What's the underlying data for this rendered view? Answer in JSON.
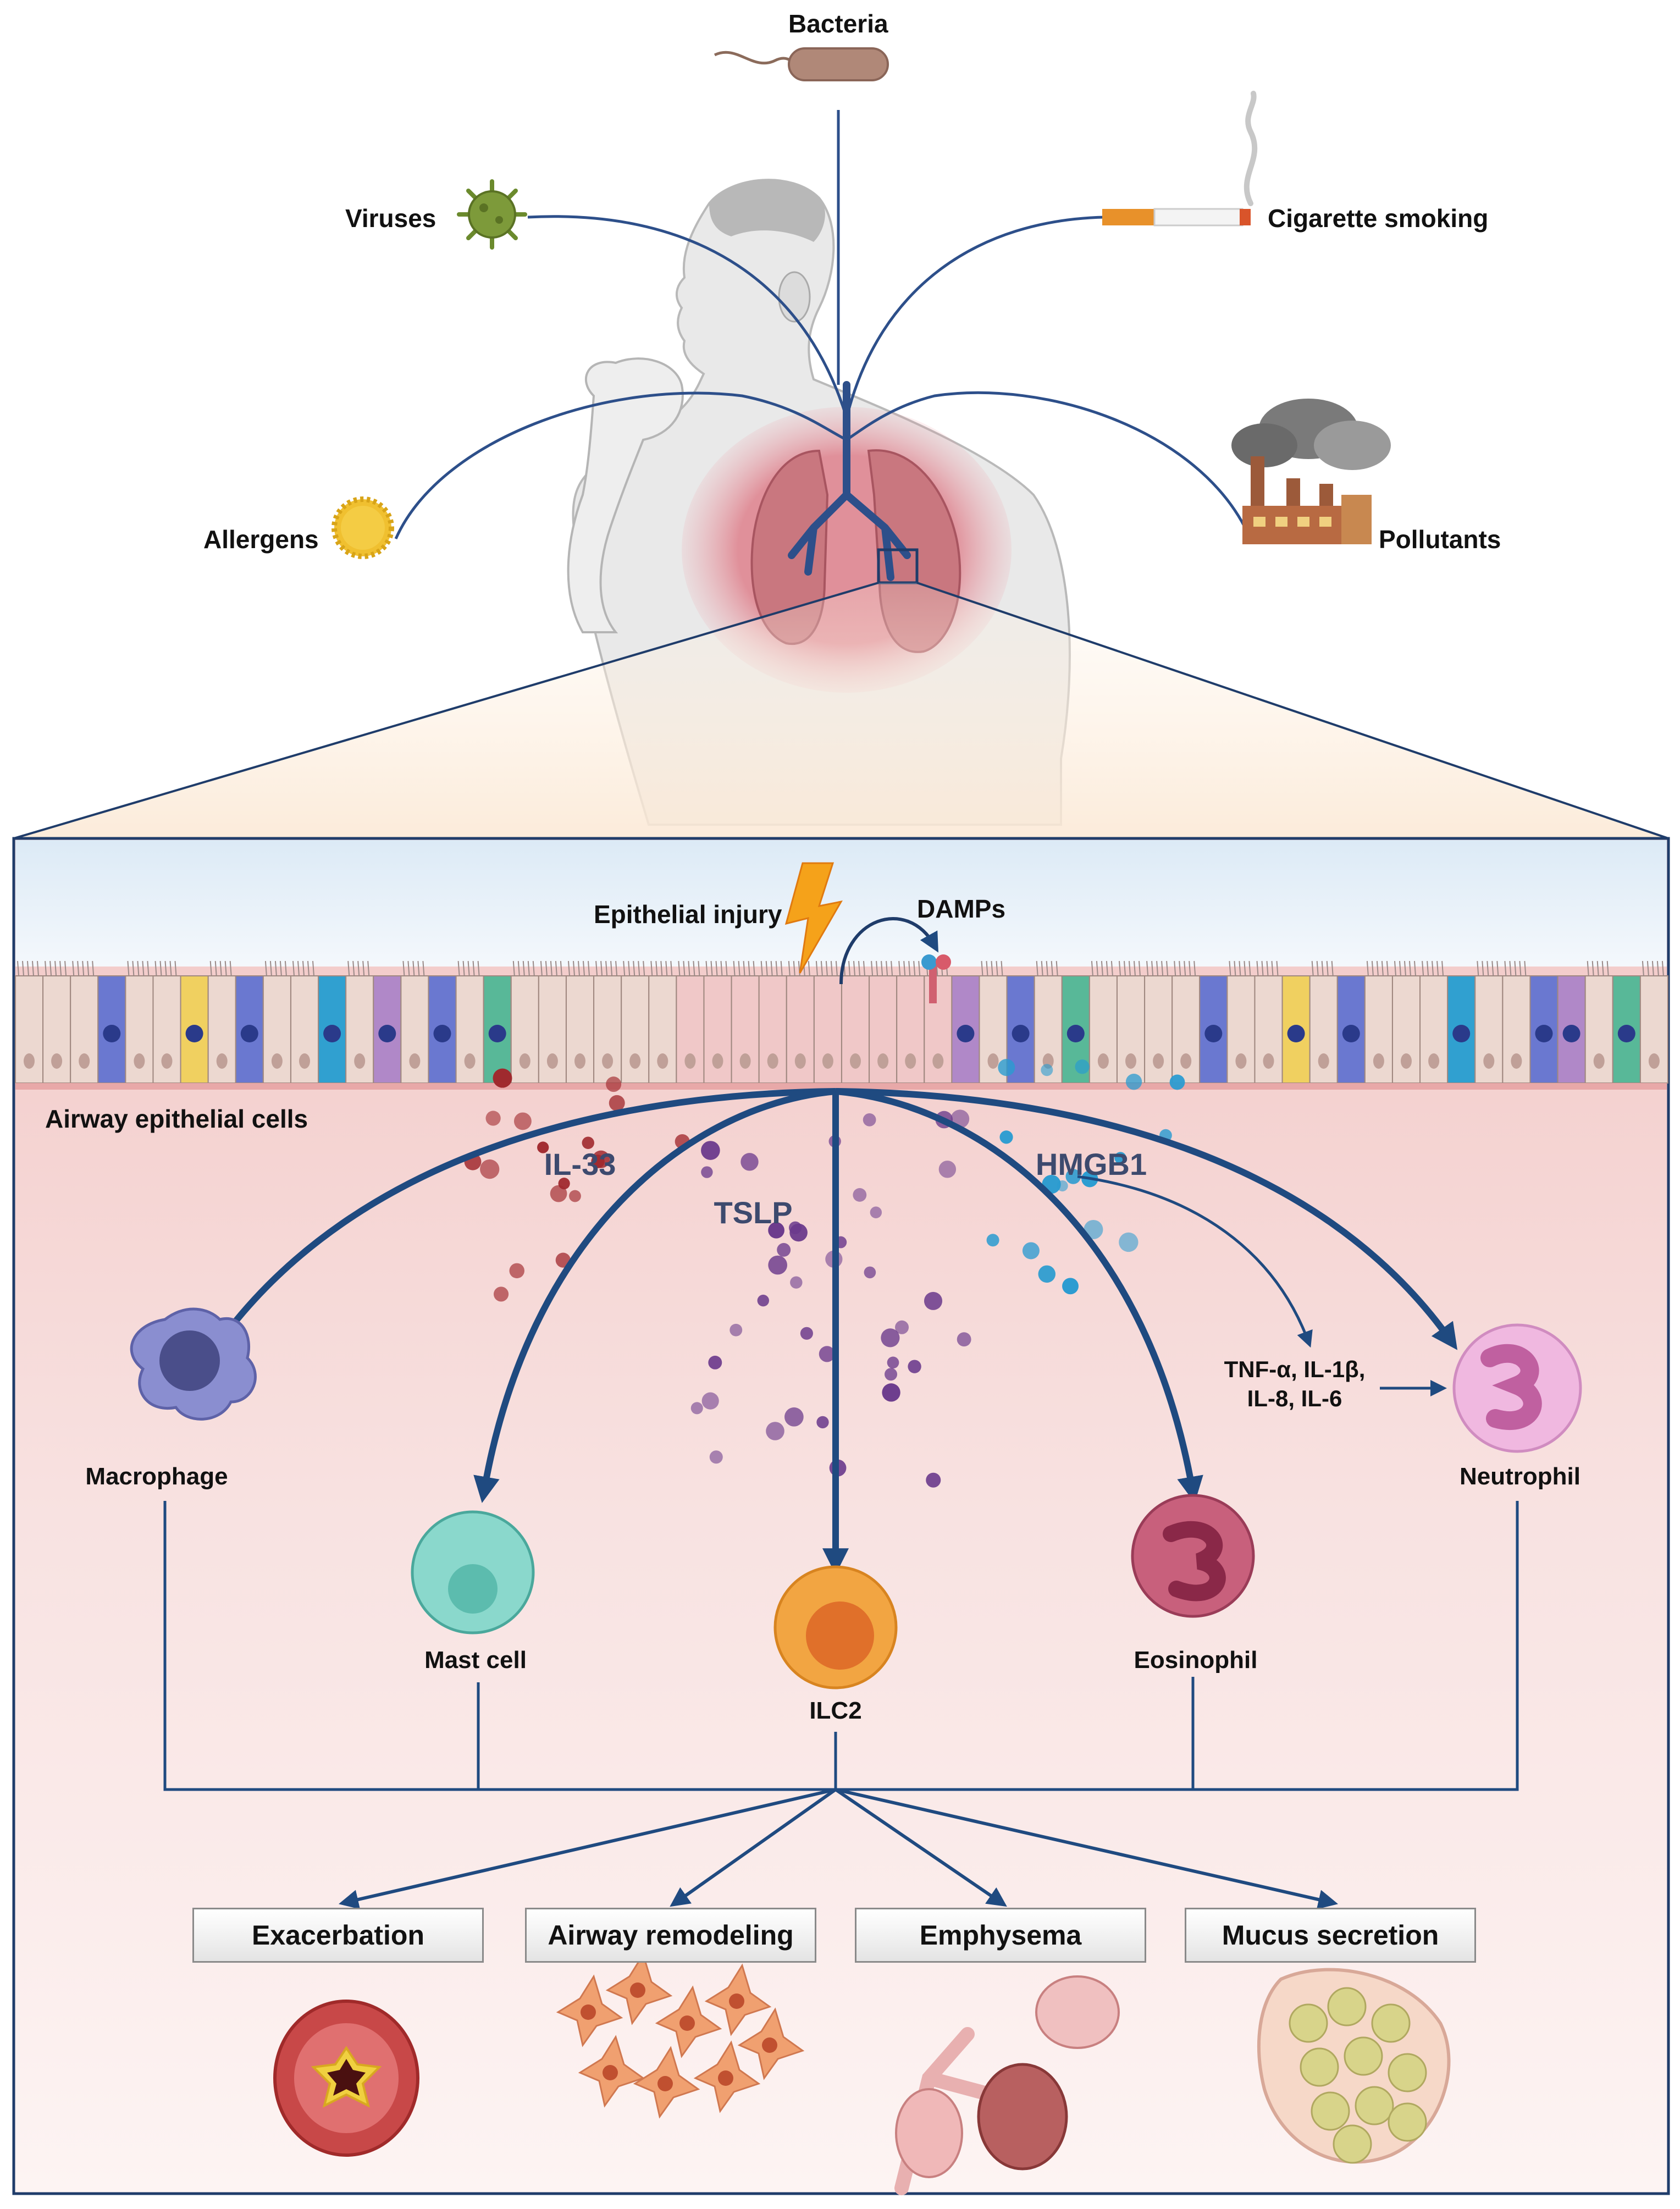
{
  "triggers": {
    "bacteria": "Bacteria",
    "viruses": "Viruses",
    "cigarette": "Cigarette smoking",
    "allergens": "Allergens",
    "pollutants": "Pollutants"
  },
  "epithelium": {
    "injury": "Epithelial injury",
    "damps": "DAMPs",
    "layer_label": "Airway epithelial cells"
  },
  "cytokines": {
    "il33": "IL-33",
    "tslp": "TSLP",
    "hmgb1": "HMGB1",
    "mediators": "TNF-α, IL-1β,\nIL-8, IL-6"
  },
  "cells": {
    "macrophage": "Macrophage",
    "mast_cell": "Mast cell",
    "ilc2": "ILC2",
    "eosinophil": "Eosinophil",
    "neutrophil": "Neutrophil"
  },
  "outcomes": {
    "exacerbation": "Exacerbation",
    "remodeling": "Airway remodeling",
    "emphysema": "Emphysema",
    "mucus": "Mucus secretion"
  },
  "colors": {
    "arrow": "#1f4a80",
    "il33_dots": "#a0282d",
    "tslp_dots": "#6b3a8c",
    "hmgb1_dots": "#2a9bd0",
    "macrophage": "#7b7fc0",
    "mast_cell": "#7fcfc4",
    "ilc2": "#f0a040",
    "eosinophil": "#b8507a",
    "neutrophil": "#e8a8d8"
  }
}
